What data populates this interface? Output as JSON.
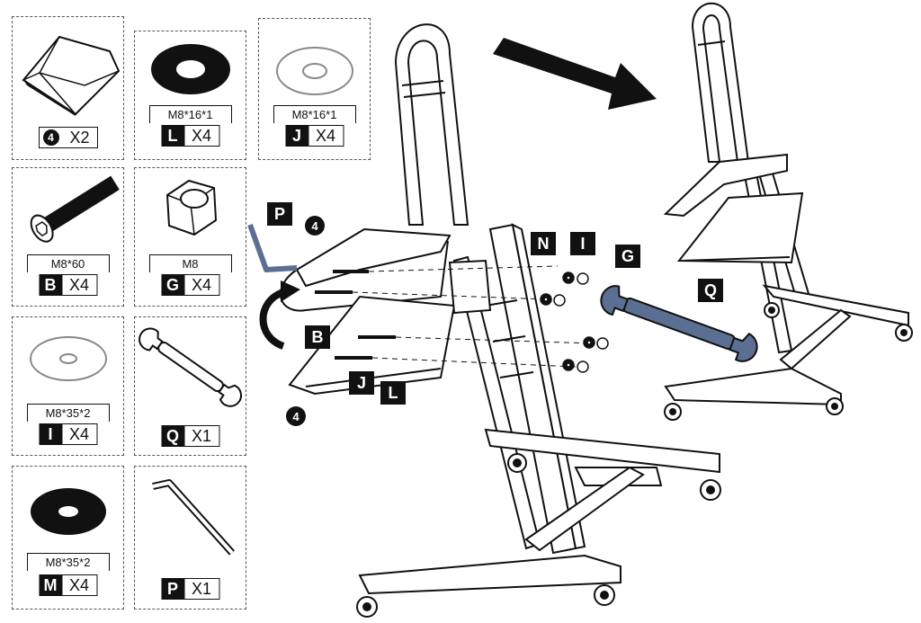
{
  "parts": [
    {
      "id": "shelf",
      "circled": "4",
      "qty": "X2",
      "spec": ""
    },
    {
      "id": "L",
      "letter": "L",
      "qty": "X4",
      "spec": "M8*16*1"
    },
    {
      "id": "J",
      "letter": "J",
      "qty": "X4",
      "spec": "M8*16*1"
    },
    {
      "id": "B",
      "letter": "B",
      "qty": "X4",
      "spec": "M8*60"
    },
    {
      "id": "G",
      "letter": "G",
      "qty": "X4",
      "spec": "M8"
    },
    {
      "id": "I",
      "letter": "I",
      "qty": "X4",
      "spec": "M8*35*2"
    },
    {
      "id": "Q",
      "letter": "Q",
      "qty": "X1",
      "spec": ""
    },
    {
      "id": "M",
      "letter": "M",
      "qty": "X4",
      "spec": "M8*35*2"
    },
    {
      "id": "P",
      "letter": "P",
      "qty": "X1",
      "spec": ""
    }
  ],
  "callouts": {
    "P": "P",
    "four_top": "4",
    "N": "N",
    "I": "I",
    "G": "G",
    "B": "B",
    "J": "J",
    "L": "L",
    "four_bottom": "4",
    "Q": "Q"
  },
  "colors": {
    "wrench_highlight": "#5b6f93",
    "ink": "#111111"
  }
}
